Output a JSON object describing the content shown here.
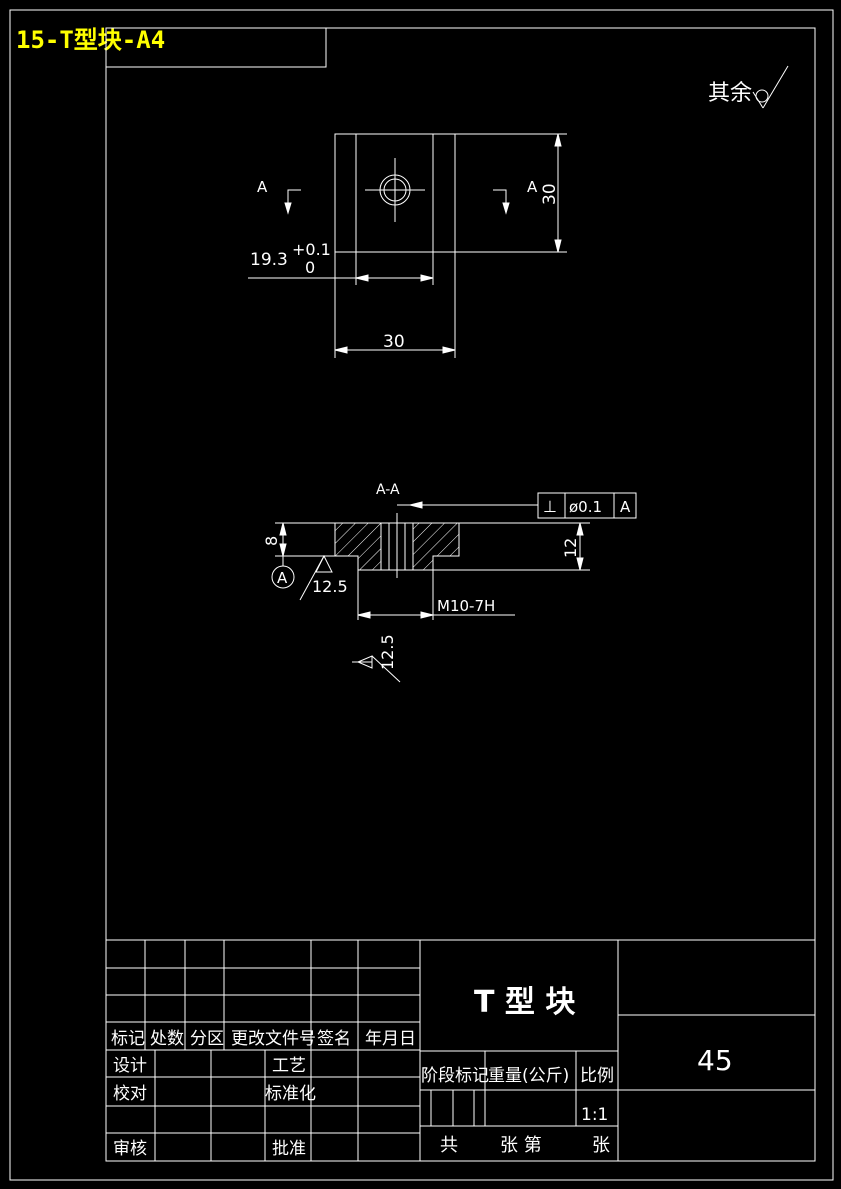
{
  "header": {
    "title": "15-T型块-A4"
  },
  "roughness_note": {
    "text": "其余"
  },
  "top_view": {
    "section_mark_left": "A",
    "section_mark_right": "A",
    "dim_height": "30",
    "dim_width": "30",
    "dim_slot_base": "19.3",
    "dim_slot_tol_upper": "+0.1",
    "dim_slot_tol_lower": "0"
  },
  "section_view": {
    "title": "A-A",
    "dim_left": "8",
    "dim_right": "12",
    "roughness_bottom": "12.5",
    "roughness_hole": "12.5",
    "datum": "A",
    "thread": "M10-7H",
    "tolerance_frame": {
      "symbol": "⊥",
      "value": "ø0.1",
      "datum": "A"
    }
  },
  "title_block": {
    "part_name": "T 型 块",
    "material": "45",
    "header_cells": [
      "标记",
      "处数",
      "分区",
      "更改文件号",
      "签名",
      "年月日"
    ],
    "row_design": "设计",
    "row_check": "校对",
    "row_review": "审核",
    "process": "工艺",
    "standard": "标准化",
    "approve": "批准",
    "stage_mark": "阶段标记",
    "weight": "重量(公斤)",
    "scale_label": "比例",
    "scale_value": "1:1",
    "sheet_total": "共",
    "sheet_mid": "张 第",
    "sheet_end": "张"
  }
}
